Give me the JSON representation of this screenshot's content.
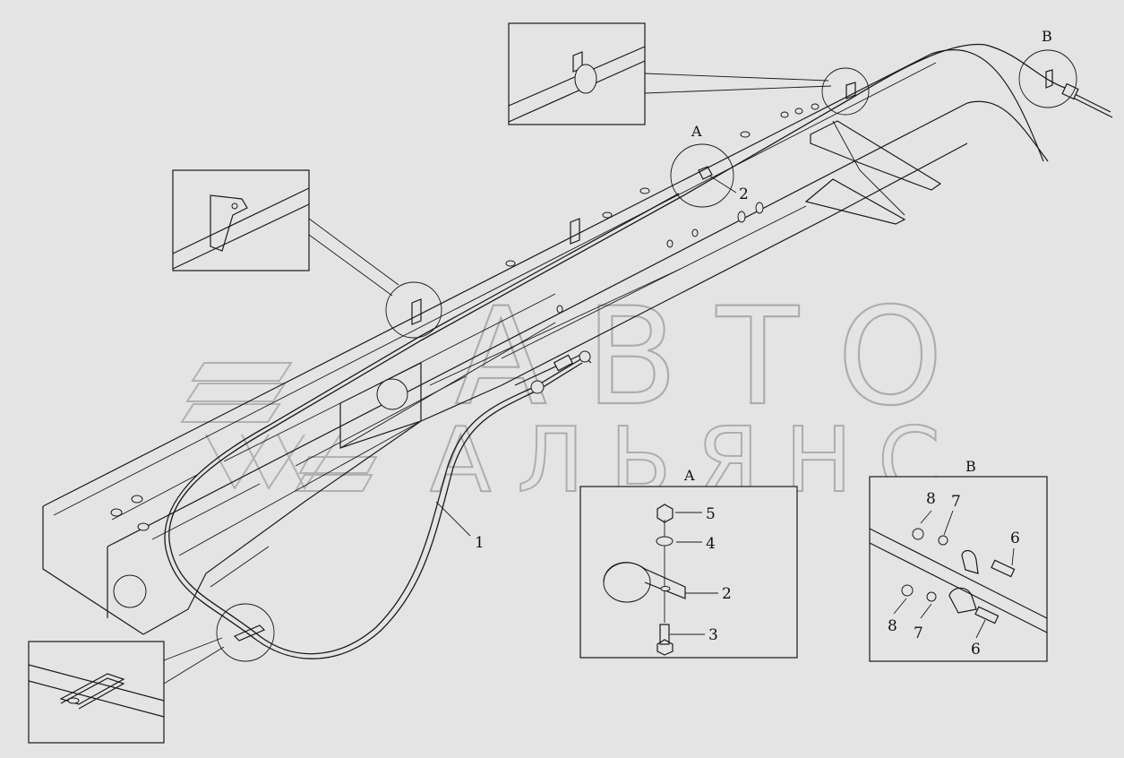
{
  "colors": {
    "background": "#e4e4e4",
    "ink": "#1a1a1a",
    "watermark": "#8a8a8a"
  },
  "watermark": {
    "line1": "АВТО",
    "line2": "АЛЬЯНС"
  },
  "views": {
    "a": "A",
    "b": "B",
    "detail_a": "A",
    "detail_b": "B"
  },
  "callouts": {
    "cable": "1",
    "clamp_main": "2",
    "detail_a": {
      "nut": "5",
      "washer": "4",
      "clamp": "2",
      "bolt": "3"
    },
    "detail_b": {
      "nut_upper": "8",
      "washer_upper": "7",
      "bolt_upper": "6",
      "nut_lower": "8",
      "washer_lower": "7",
      "bolt_lower": "6"
    }
  }
}
